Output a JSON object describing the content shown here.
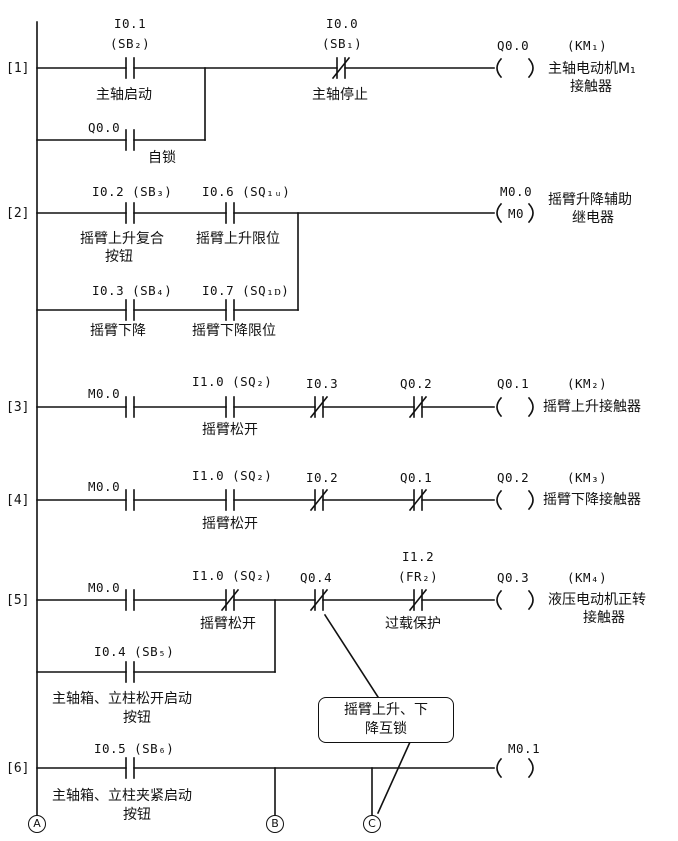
{
  "rungs": {
    "r1": {
      "number": "[1]",
      "sb2": {
        "addr": "I0.1",
        "dev": "(SB₂)",
        "label": "主轴启动"
      },
      "sb1": {
        "addr": "I0.0",
        "dev": "(SB₁)",
        "label": "主轴停止"
      },
      "coil": {
        "addr": "Q0.0",
        "dev": "(KM₁)",
        "label_l1": "主轴电动机M₁",
        "label_l2": "接触器"
      },
      "self_lock": {
        "addr": "Q0.0",
        "label": "自锁"
      }
    },
    "r2": {
      "number": "[2]",
      "sb3": {
        "addr": "I0.2 (SB₃)",
        "label_l1": "摇臂上升复合",
        "label_l2": "按钮"
      },
      "sq1u": {
        "addr": "I0.6 (SQ₁ᵤ)",
        "label": "摇臂上升限位"
      },
      "sb4": {
        "addr": "I0.3 (SB₄)",
        "label": "摇臂下降"
      },
      "sq1d": {
        "addr": "I0.7 (SQ₁ᴅ)",
        "label": "摇臂下降限位"
      },
      "coil": {
        "addr": "M0.0",
        "inner": "M0",
        "label_l1": "摇臂升降辅助",
        "label_l2": "继电器"
      }
    },
    "r3": {
      "number": "[3]",
      "m00": "M0.0",
      "sq2": {
        "addr": "I1.0 (SQ₂)",
        "label": "摇臂松开"
      },
      "i03": "I0.3",
      "q02": "Q0.2",
      "coil": {
        "addr": "Q0.1",
        "dev": "(KM₂)",
        "label": "摇臂上升接触器"
      }
    },
    "r4": {
      "number": "[4]",
      "m00": "M0.0",
      "sq2": {
        "addr": "I1.0 (SQ₂)",
        "label": "摇臂松开"
      },
      "i02": "I0.2",
      "q01": "Q0.1",
      "coil": {
        "addr": "Q0.2",
        "dev": "(KM₃)",
        "label": "摇臂下降接触器"
      }
    },
    "r5": {
      "number": "[5]",
      "m00": "M0.0",
      "sq2": {
        "addr": "I1.0 (SQ₂)",
        "label": "摇臂松开"
      },
      "q04": "Q0.4",
      "fr2": {
        "addr": "I1.2",
        "dev": "(FR₂)",
        "label": "过载保护"
      },
      "coil": {
        "addr": "Q0.3",
        "dev": "(KM₄)",
        "label_l1": "液压电动机正转",
        "label_l2": "接触器"
      },
      "sb5": {
        "addr": "I0.4 (SB₅)",
        "label_l1": "主轴箱、立柱松开启动",
        "label_l2": "按钮"
      }
    },
    "r6": {
      "number": "[6]",
      "sb6": {
        "addr": "I0.5 (SB₆)",
        "label_l1": "主轴箱、立柱夹紧启动",
        "label_l2": "按钮"
      },
      "coil": {
        "addr": "M0.1"
      }
    }
  },
  "callout": {
    "line1": "摇臂上升、下",
    "line2": "降互锁"
  },
  "terminals": {
    "a": "A",
    "b": "B",
    "c": "C"
  }
}
